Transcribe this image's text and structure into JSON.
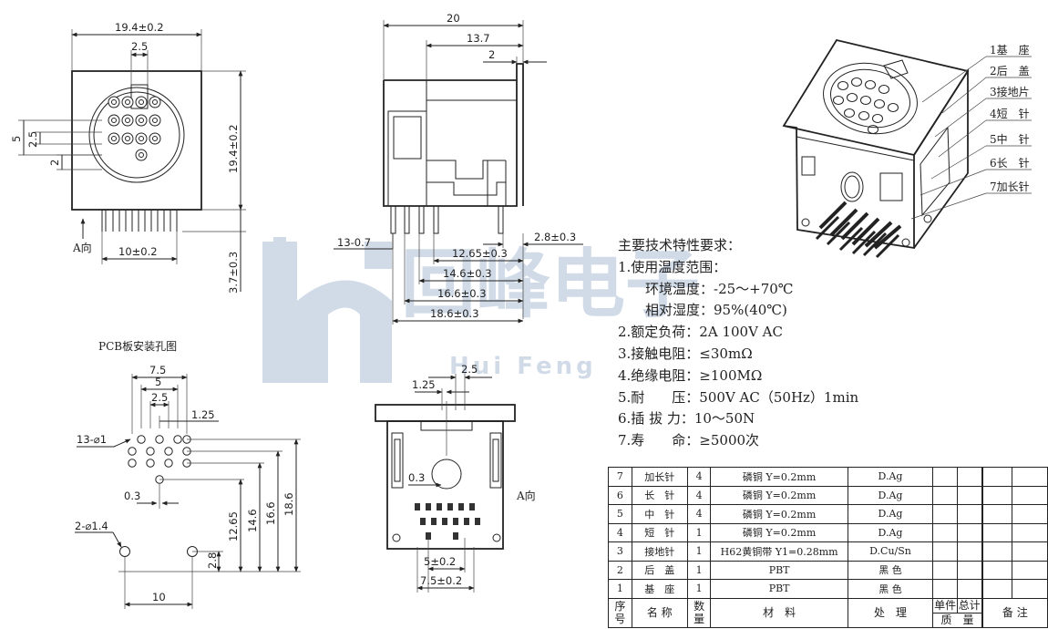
{
  "watermark": {
    "cn": "回峰电子",
    "en": "Hui Feng"
  },
  "front_view": {
    "width_dim": "19.4±0.2",
    "slot_dim": "2.5",
    "height_dim": "19.4±0.2",
    "left_dims": [
      "5",
      "2.5",
      "2"
    ],
    "pin_span_dim": "10±0.2",
    "pin_length_dim": "3.7±0.3",
    "view_arrow": "A向"
  },
  "side_view": {
    "total_dim": "20",
    "depth_dim": "13.7",
    "flange_dim": "2",
    "pins_label": "13-0.7",
    "offset_dim": "2.8±0.3",
    "pin_dims": [
      "12.65±0.3",
      "14.6±0.3",
      "16.6±0.3",
      "18.6±0.3"
    ]
  },
  "pcb": {
    "title": "PCB板安装孔图",
    "top_dims": [
      "7.5",
      "5",
      "2.5",
      "1.25"
    ],
    "hole_label": "13-⌀1",
    "pitch_dim": "0.3",
    "mount_label": "2-⌀1.4",
    "right_dims": [
      "12.65",
      "14.6",
      "16.6",
      "18.6",
      "2.8"
    ],
    "bottom_dim": "10"
  },
  "view_a": {
    "title": "A向",
    "top_dims": [
      "2.5",
      "1.25"
    ],
    "hole_dim": "0.3",
    "bottom_dims": [
      "5±0.2",
      "7.5±0.2"
    ]
  },
  "callouts": [
    "1基　座",
    "2后　盖",
    "3接地片",
    "4短　针",
    "5中　针",
    "6长　针",
    "7加长针"
  ],
  "specs": {
    "title": "主要技术特性要求：",
    "temp_range": "1.使用温度范围：",
    "ambient_temp": "环境温度：-25～+70℃",
    "humidity": "相对湿度：95%(40℃)",
    "load": "2.额定负荷：2A 100V AC",
    "contact_res": "3.接触电阻：≤30mΩ",
    "insulation_res": "4.绝缘电阻：≥100MΩ",
    "voltage": "5.耐　　压：500V AC（50Hz）1min",
    "force": "6.插 拔 力：10～50N",
    "life": "7.寿　　命：≥5000次"
  },
  "bom": {
    "header": {
      "no": "序\n号",
      "name": "名 称",
      "qty": "数\n量",
      "material": "材　料",
      "treatment": "处　理",
      "unit": "单件",
      "total": "总计",
      "mass": "质　量",
      "remark": "备 注"
    },
    "rows": [
      {
        "no": "7",
        "name": "加长针",
        "qty": "4",
        "material": "磷铜 Y=0.2mm",
        "treatment": "D.Ag"
      },
      {
        "no": "6",
        "name": "长　针",
        "qty": "4",
        "material": "磷铜 Y=0.2mm",
        "treatment": "D.Ag"
      },
      {
        "no": "5",
        "name": "中　针",
        "qty": "4",
        "material": "磷铜 Y=0.2mm",
        "treatment": "D.Ag"
      },
      {
        "no": "4",
        "name": "短　针",
        "qty": "1",
        "material": "磷铜 Y=0.2mm",
        "treatment": "D.Ag"
      },
      {
        "no": "3",
        "name": "接地针",
        "qty": "1",
        "material": "H62黄铜带 Y1=0.28mm",
        "treatment": "D.Cu/Sn"
      },
      {
        "no": "2",
        "name": "后　盖",
        "qty": "1",
        "material": "PBT",
        "treatment": "黑 色"
      },
      {
        "no": "1",
        "name": "基　座",
        "qty": "1",
        "material": "PBT",
        "treatment": "黑 色"
      }
    ]
  }
}
